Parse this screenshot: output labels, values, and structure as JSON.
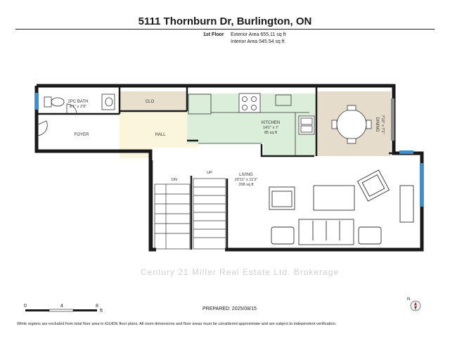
{
  "title": "5111 Thornburn Dr, Burlington, ON",
  "floor": {
    "label": "1st Floor",
    "exterior_area": "Exterior Area 655.11 sq ft",
    "interior_area": "Interior Area 545.54 sq ft"
  },
  "rooms": {
    "bath": {
      "name": "2PC BATH",
      "dims": "8'1\" x 2'9\""
    },
    "clo": {
      "name": "CLO"
    },
    "foyer": {
      "name": "FOYER"
    },
    "hall": {
      "name": "HALL"
    },
    "kitchen": {
      "name": "KITCHEN",
      "dims": "14'1\" x 7'",
      "area": "85 sq ft"
    },
    "dining": {
      "name": "DINING",
      "dims": "7'10\" x 7'1\""
    },
    "living": {
      "name": "LIVING",
      "dims": "20'11\" x 11'3\"",
      "area": "208 sq ft"
    },
    "up": "UP",
    "dn": "DN"
  },
  "scale": {
    "ticks": [
      "0",
      "4",
      "8"
    ],
    "unit": "ft"
  },
  "prepared": "PREPARED: 2025/08/15",
  "disclaimer": "While regions are excluded from total floor area in iGUIDE floor plans. All room dimensions and floor areas must be considered approximate and are subject to independent verification.",
  "watermark": "Century 21 Miller Real Estate Ltd. Brokerage",
  "compass_label": "N",
  "colors": {
    "kitchen": "#daeeda",
    "dining": "#e6dccb",
    "hall": "#fbf5dc",
    "closet": "#e8dfcc",
    "window": "#3a8fd0",
    "wall": "#1a1a1a"
  }
}
